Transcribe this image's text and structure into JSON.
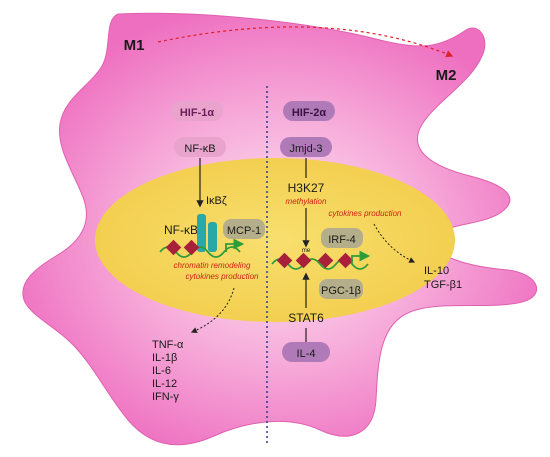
{
  "labels": {
    "m1": "M1",
    "m2": "M2"
  },
  "m1_side": {
    "hif": "HIF-1α",
    "nfkb_cyto": "NF-κB",
    "nfkb_nuc": "NF-κB",
    "ikbz": "IκBζ",
    "mcp1": "MCP-1",
    "chromatin_note": "chromatin remodeling",
    "cytokine_note": "cytokines production",
    "outputs": [
      "TNF-α",
      "IL-1β",
      "IL-6",
      "IL-12",
      "IFN-γ"
    ]
  },
  "m2_side": {
    "hif": "HIF-2α",
    "jmjd3": "Jmjd-3",
    "h3k27": "H3K27",
    "methylation_note": "methylation",
    "cytokine_note": "cytokines production",
    "irf4": "IRF-4",
    "me_mark": "me",
    "pgc1b": "PGC-1β",
    "stat6": "STAT6",
    "il4": "IL-4",
    "outputs": [
      "IL-10",
      "TGF-β1"
    ]
  },
  "colors": {
    "cell_body": "#f280c8",
    "cell_center": "#fbe0f0",
    "nucleus": "#f6d55c",
    "pill_light": "#e8a4cc",
    "pill_purple": "#b07ab8",
    "pill_olive": "#b5ae8a",
    "divider": "#2a3a8f",
    "arrow_red": "#e0202a",
    "note_red": "#d0201a",
    "dna": "#2f9c3a",
    "nucleosome": "#a8203a",
    "ikbz_bar": "#2aa8a8"
  }
}
